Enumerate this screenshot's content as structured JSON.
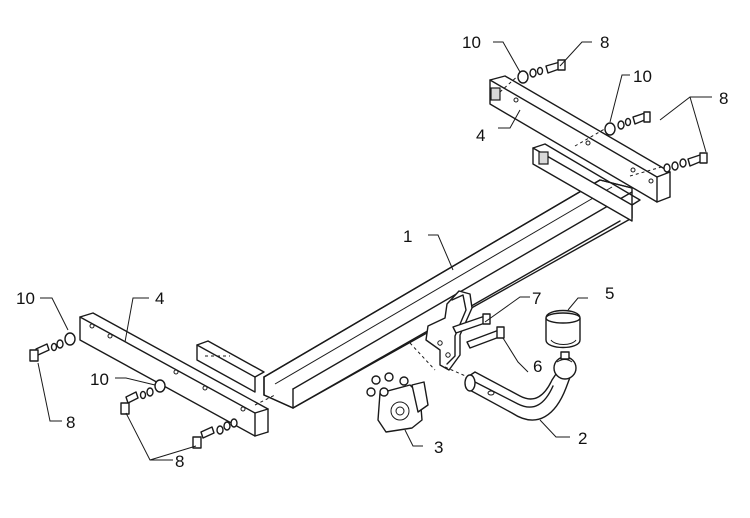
{
  "callouts": {
    "tow_bar": "1",
    "ball_hitch": "2",
    "socket_plate": "3",
    "bracket_left": "4",
    "bracket_right": "4",
    "ball_cover": "5",
    "bolt_short": "6",
    "bolt_long": "7",
    "bolt_top": "8",
    "bolts_right": "8",
    "bolt_left": "8",
    "bolts_bottom": "8",
    "washer_top": "10",
    "washer_right": "10",
    "washer_left": "10",
    "washer_mid": "10"
  }
}
